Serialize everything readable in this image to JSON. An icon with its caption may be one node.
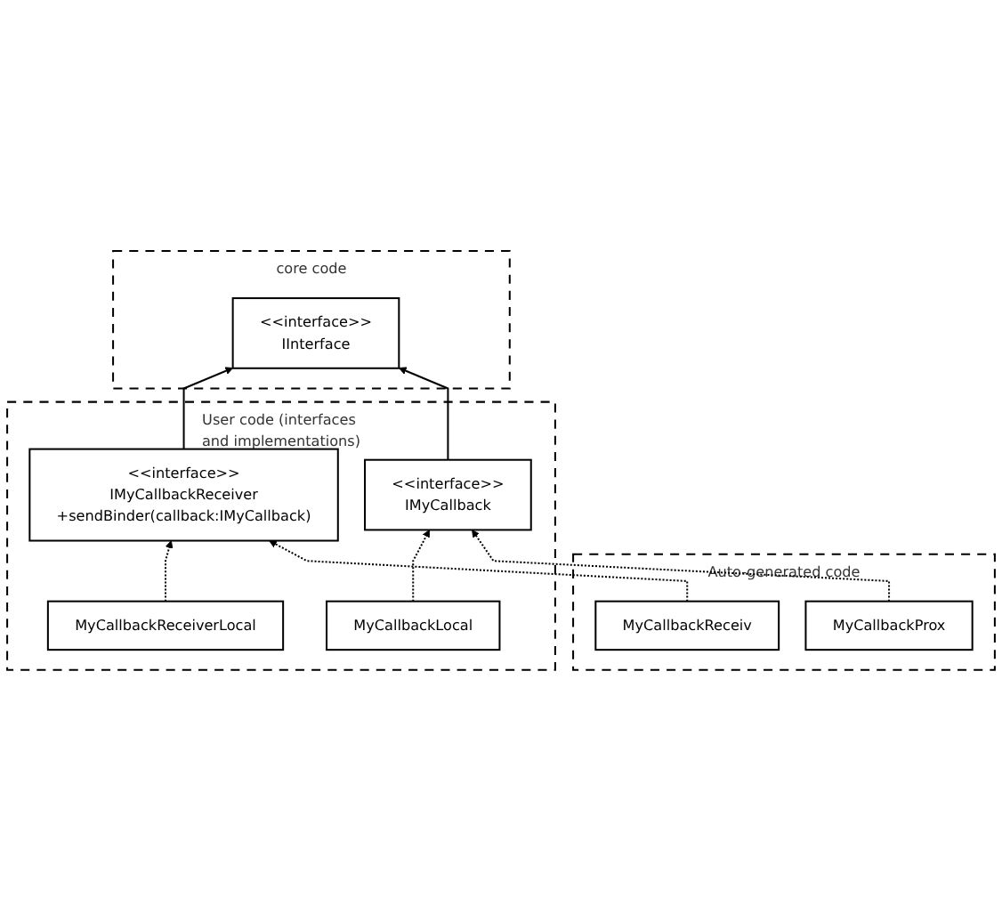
{
  "diagram": {
    "nodes": [
      {
        "text": [
          "core code"
        ]
      },
      {
        "text": [
          "User code (interfaces and implementations)"
        ]
      },
      {
        "text": [
          "Auto-generated code"
        ]
      },
      {
        "text": [
          "<<interface>>",
          "IInterface"
        ],
        "in": 0
      },
      {
        "text": [
          "<<interface>>",
          "IMyCallbackReceiver",
          "+sendBinder(callback:IMyCallback)"
        ],
        "in": 1
      },
      {
        "text": [
          "MyCallbackReceiverLocal"
        ],
        "in": 1
      },
      {
        "text": [
          "MyCallbackLocal"
        ],
        "in": 1
      },
      {
        "text": [
          "<<interface>>",
          "IMyCallback"
        ],
        "in": 1
      },
      {
        "text": [
          "MyCallbackReceiv"
        ],
        "in": 2
      },
      {
        "text": [
          "MyCallbackProx"
        ],
        "in": 2
      }
    ],
    "edges": [
      {
        "from": 4,
        "to": 3,
        "arrow": "to"
      },
      {
        "from": 7,
        "to": 3,
        "arrow": "to"
      },
      {
        "from": 5,
        "to": 4,
        "arrow": "to",
        "style": "dashed"
      },
      {
        "from": 8,
        "to": 4,
        "arrow": "to",
        "style": "dashed"
      },
      {
        "from": 6,
        "to": 7,
        "arrow": "to",
        "style": "dashed"
      },
      {
        "from": 9,
        "to": 7,
        "arrow": "to",
        "style": "dashed"
      }
    ]
  }
}
